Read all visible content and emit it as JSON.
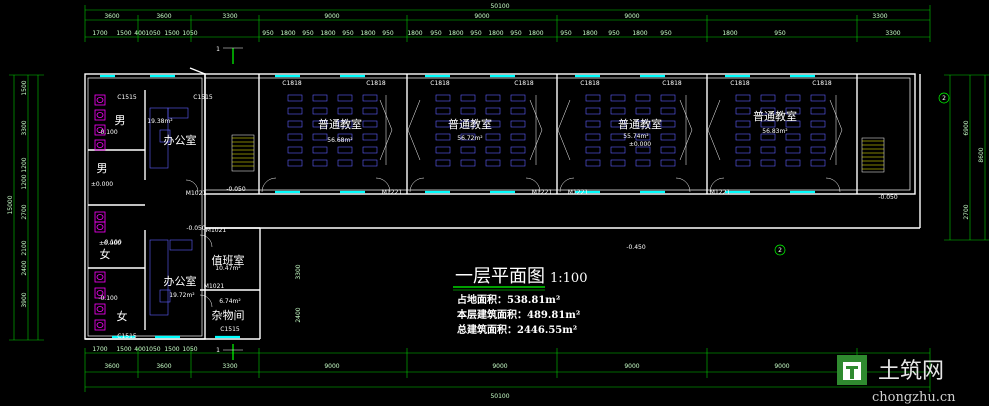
{
  "drawing": {
    "title": "一层平面图",
    "scale": "1:100",
    "stats": [
      "占地面积：538.81m²",
      "本层建筑面积：489.81m²",
      "总建筑面积：2446.55m²"
    ]
  },
  "top_overall": "50100",
  "top_row1": [
    "3600",
    "3600",
    "3300",
    "9000",
    "9000",
    "9000",
    "3300"
  ],
  "top_row2": [
    "1700",
    "1500",
    "400",
    "1050",
    "1500",
    "1050",
    "950",
    "1800",
    "950",
    "1800",
    "950",
    "1800",
    "950",
    "1800",
    "950",
    "1800",
    "950",
    "1800",
    "950",
    "1800",
    "950",
    "1800",
    "950",
    "1800",
    "950",
    "1800",
    "950",
    "3300"
  ],
  "bottom_overall": "50100",
  "bottom_row1": [
    "3600",
    "3600",
    "3300",
    "9000",
    "9000",
    "9000",
    "9000"
  ],
  "bottom_row2": [
    "1700",
    "1500",
    "400",
    "1050",
    "1500",
    "1050"
  ],
  "left_overall": "15000",
  "left_dims": [
    "1500",
    "3300",
    "1200",
    "1200",
    "2700",
    "2100",
    "2400",
    "3900"
  ],
  "right_dims": [
    "6900",
    "2700",
    "8600"
  ],
  "rooms": [
    {
      "name": "普通教室",
      "area": "56.68m²"
    },
    {
      "name": "普通教室",
      "area": "56.72m²"
    },
    {
      "name": "普通教室",
      "area": "55.74m²"
    },
    {
      "name": "普通教室",
      "area": "56.83m²"
    },
    {
      "name": "办公室",
      "area": "19.38m²"
    },
    {
      "name": "办公室",
      "area": "19.72m²"
    },
    {
      "name": "值班室",
      "area": "10.47m²"
    },
    {
      "name": "杂物间",
      "area": "6.74m²"
    },
    {
      "name": "男",
      "area": ""
    },
    {
      "name": "男",
      "area": ""
    },
    {
      "name": "女",
      "area": ""
    },
    {
      "name": "女",
      "area": ""
    }
  ],
  "window_labels": [
    "C1818",
    "C1818",
    "C1818",
    "C1818",
    "C1818",
    "C1818",
    "C1818",
    "C1818",
    "C1515",
    "C1515",
    "C1515",
    "C1515"
  ],
  "door_labels": [
    "M1021",
    "M1221",
    "M1221",
    "M1221",
    "M1221",
    "M1021",
    "M1021"
  ],
  "elevations": [
    "-0.050",
    "±0.000",
    "±0.000",
    "±0.000",
    "-0.100",
    "-0.100",
    "-0.100",
    "-0.450",
    "-0.050",
    "-0.050"
  ],
  "axis_numbers": [
    "1",
    "1",
    "2",
    "2"
  ],
  "watermark": {
    "brand": "土筑网",
    "url": "chongzhu.cn"
  },
  "colors": {
    "background": "#000000",
    "wall": "#ffffff",
    "dimension": "#00ff00",
    "furniture": "#6060ff",
    "window": "#00ffff",
    "toilet": "#ff00ff",
    "accent": "#ffff00"
  }
}
